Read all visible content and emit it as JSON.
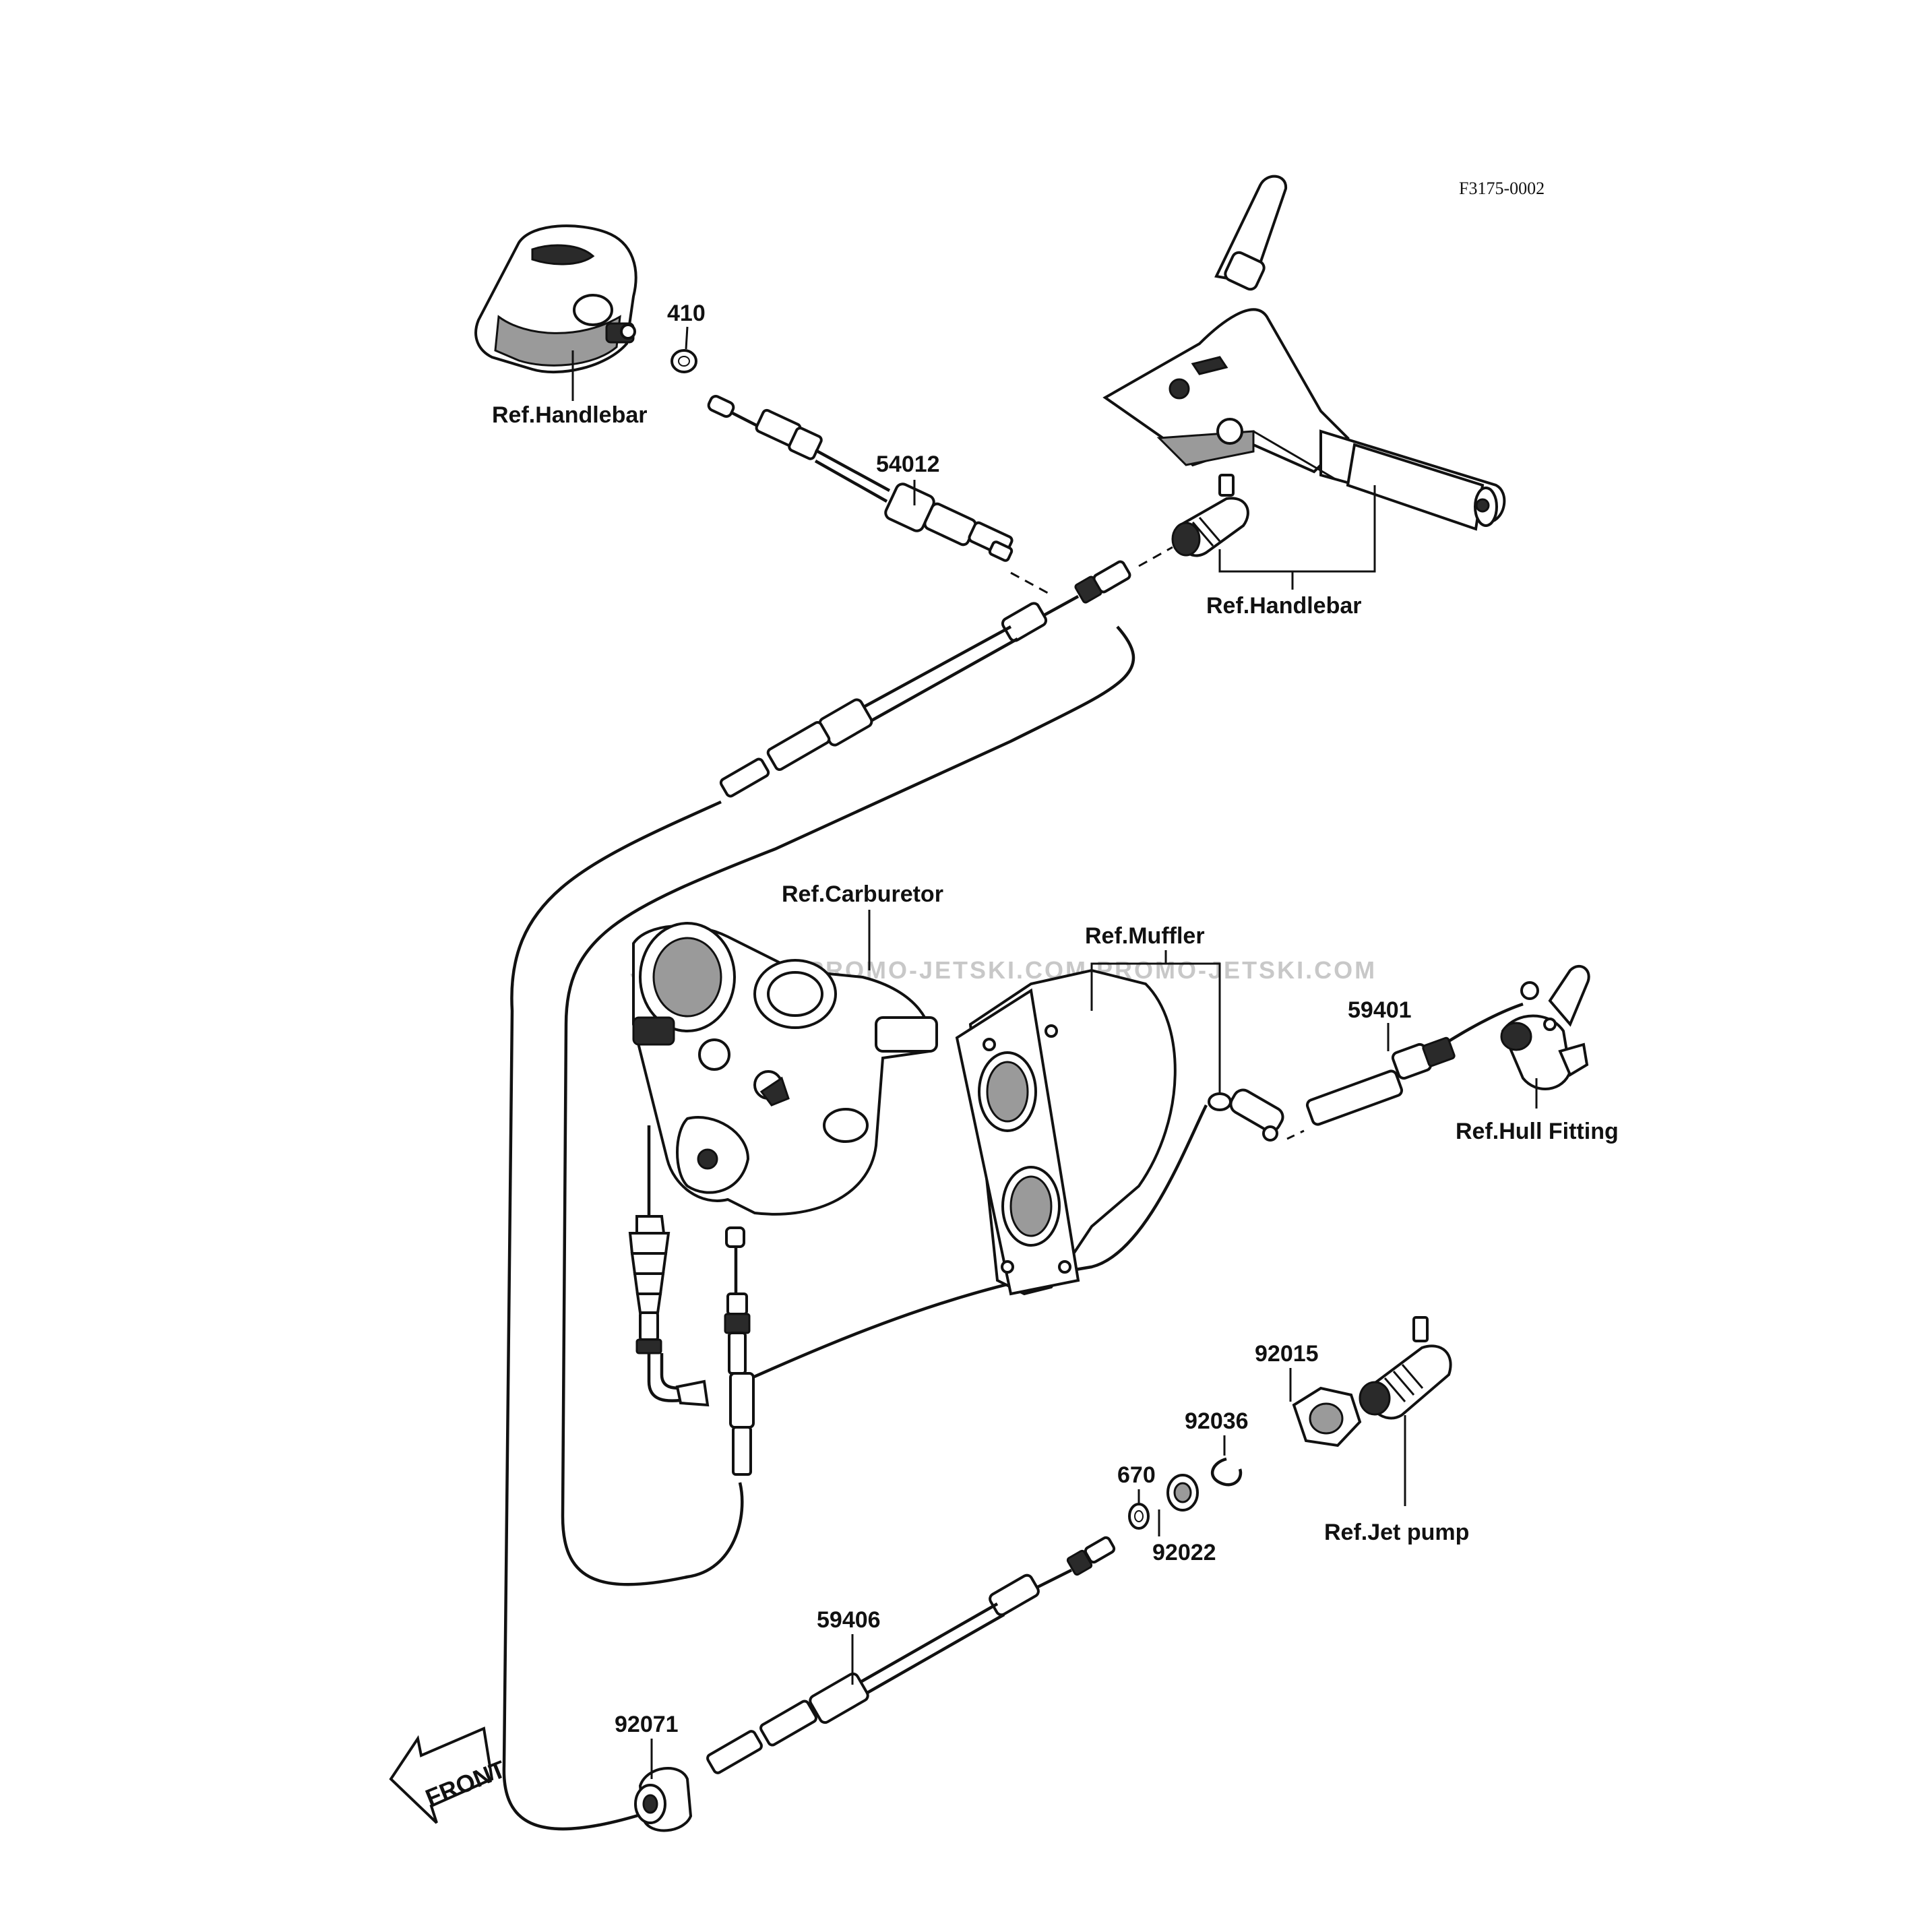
{
  "drawing_code": "F3175-0002",
  "watermark": "JETSKI.COM   PROMO-JETSKI.COM   PROMO-JETSKI.COM",
  "front_arrow": "FRONT",
  "references": {
    "handlebar_left": "Ref.Handlebar",
    "handlebar_right": "Ref.Handlebar",
    "carburetor": "Ref.Carburetor",
    "muffler": "Ref.Muffler",
    "hull_fitting": "Ref.Hull Fitting",
    "jet_pump": "Ref.Jet pump"
  },
  "parts": [
    {
      "id": "p410",
      "number": "410"
    },
    {
      "id": "p54012",
      "number": "54012"
    },
    {
      "id": "p59401",
      "number": "59401"
    },
    {
      "id": "p92015",
      "number": "92015"
    },
    {
      "id": "p92036",
      "number": "92036"
    },
    {
      "id": "p670",
      "number": "670"
    },
    {
      "id": "p92022",
      "number": "92022"
    },
    {
      "id": "p59406",
      "number": "59406"
    },
    {
      "id": "p92071",
      "number": "92071"
    }
  ]
}
